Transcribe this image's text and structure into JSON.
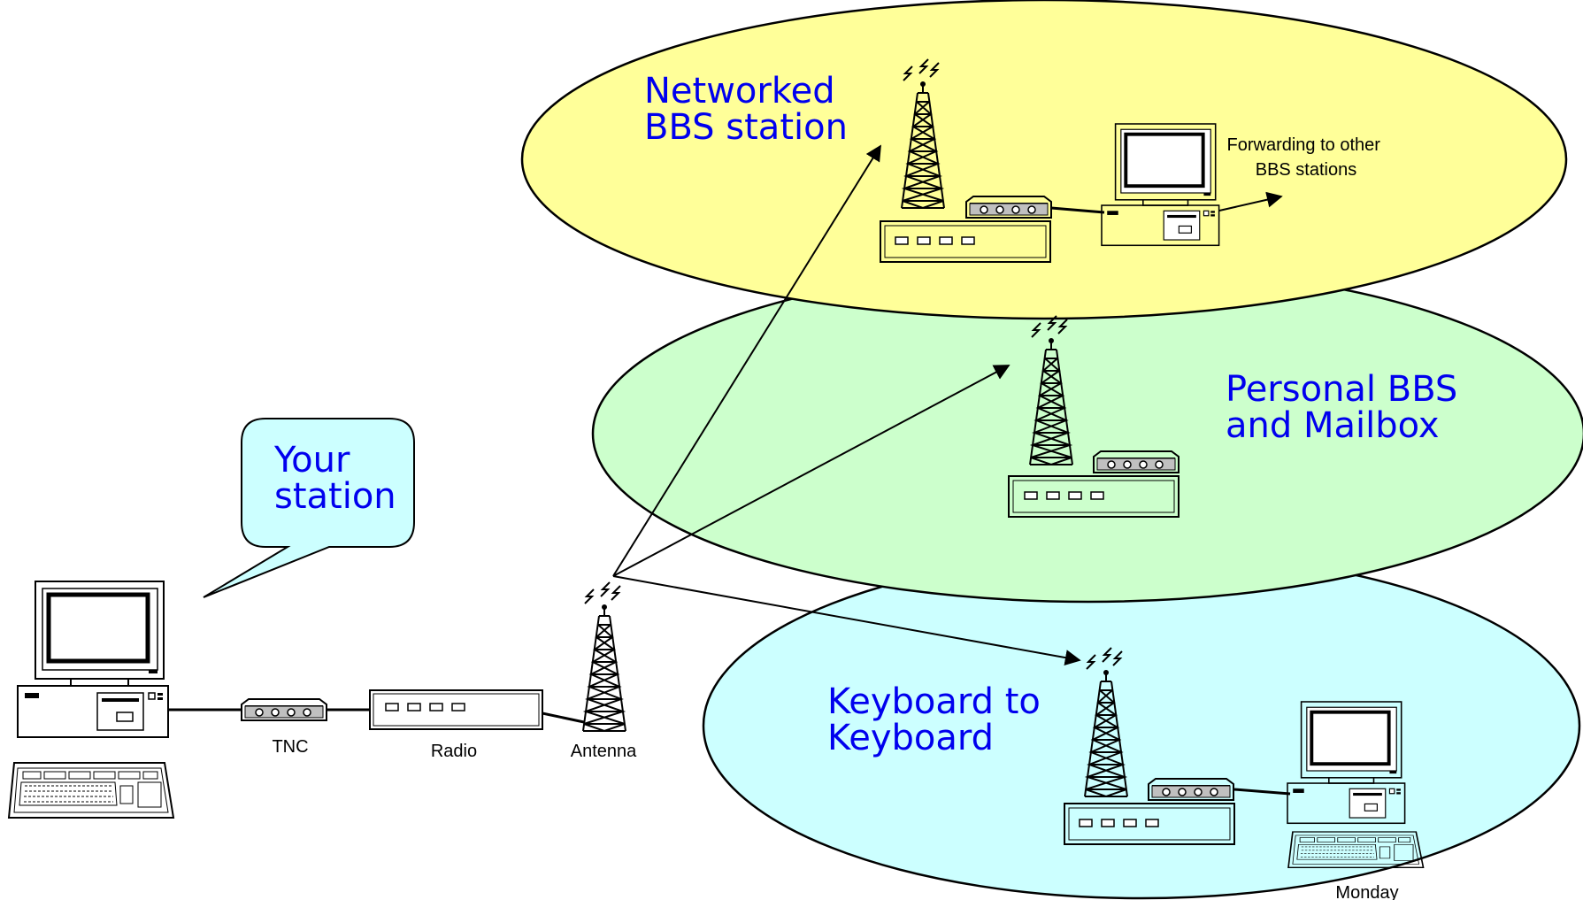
{
  "labels": {
    "networked": [
      "Networked",
      "BBS station"
    ],
    "personal": [
      "Personal BBS",
      "and Mailbox"
    ],
    "keyboard": [
      "Keyboard to",
      "Keyboard"
    ],
    "your_station": [
      "Your",
      "station"
    ],
    "forwarding": [
      "Forwarding to other",
      "BBS stations"
    ],
    "tnc": "TNC",
    "radio": "Radio",
    "antenna": "Antenna",
    "monday": "Monday"
  },
  "colors": {
    "networked_zone": "#ffff99",
    "personal_zone": "#ccffcc",
    "keyboard_zone": "#ccffff",
    "callout": "#ccffff",
    "label_text": "#0000ee"
  }
}
